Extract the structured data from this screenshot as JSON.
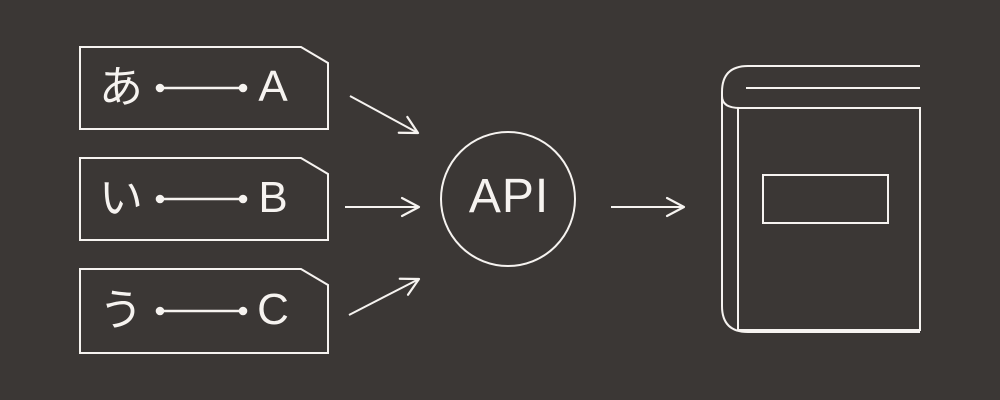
{
  "colors": {
    "background": "#3b3735",
    "stroke": "#f6f3f0"
  },
  "flow": {
    "inputs": [
      {
        "source": "あ",
        "target": "A"
      },
      {
        "source": "い",
        "target": "B"
      },
      {
        "source": "う",
        "target": "C"
      }
    ],
    "processor": {
      "label": "API"
    },
    "output": {
      "icon": "book-icon"
    }
  }
}
